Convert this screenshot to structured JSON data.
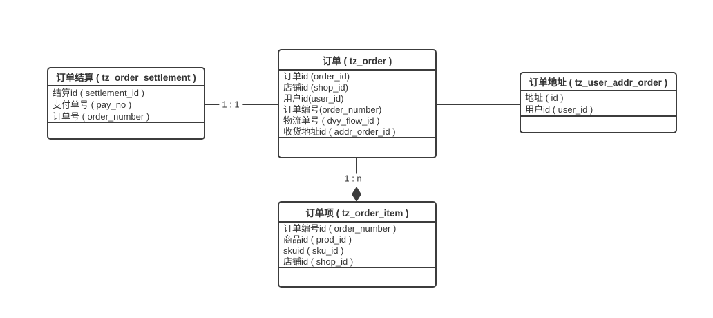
{
  "diagram": {
    "colors": {
      "stroke": "#3c3c3c",
      "text": "#333333",
      "background": "#ffffff"
    },
    "entities": [
      {
        "title": "订单结算 ( tz_order_settlement )",
        "fields": [
          "结算id ( settlement_id )",
          "支付单号 ( pay_no )",
          "订单号 ( order_number )"
        ]
      },
      {
        "title": "订单 ( tz_order )",
        "fields": [
          "订单id (order_id)",
          "店铺id (shop_id)",
          "用户id(user_id)",
          "订单编号(order_number)",
          "物流单号 ( dvy_flow_id )",
          "收货地址id ( addr_order_id )"
        ]
      },
      {
        "title": "订单地址 ( tz_user_addr_order )",
        "fields": [
          "地址 ( id )",
          "用户id ( user_id )"
        ]
      },
      {
        "title": "订单项 ( tz_order_item )",
        "fields": [
          "订单编号id ( order_number )",
          "商品id ( prod_id )",
          "skuid ( sku_id )",
          "店铺id ( shop_id )"
        ]
      }
    ],
    "connections": {
      "settlement_order_label": "1 : 1",
      "order_item_label": "1 : n"
    }
  }
}
